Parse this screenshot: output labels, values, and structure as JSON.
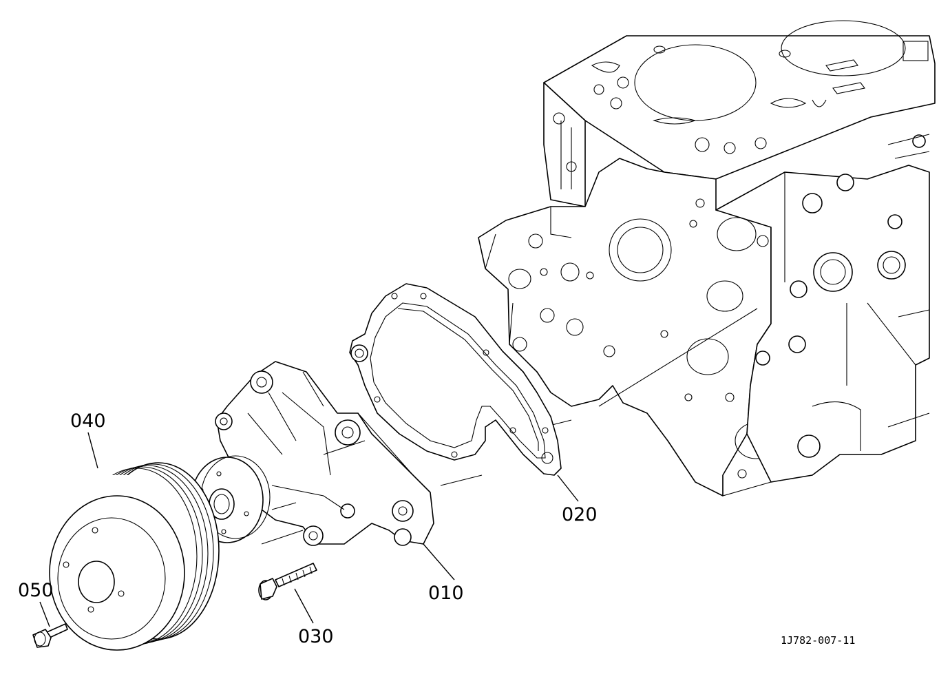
{
  "labels": {
    "water_pump": "010",
    "gasket": "020",
    "bolt": "030",
    "fan_pulley": "040",
    "pulley_bolt": "050"
  },
  "reference_code": "1J782-007-11"
}
